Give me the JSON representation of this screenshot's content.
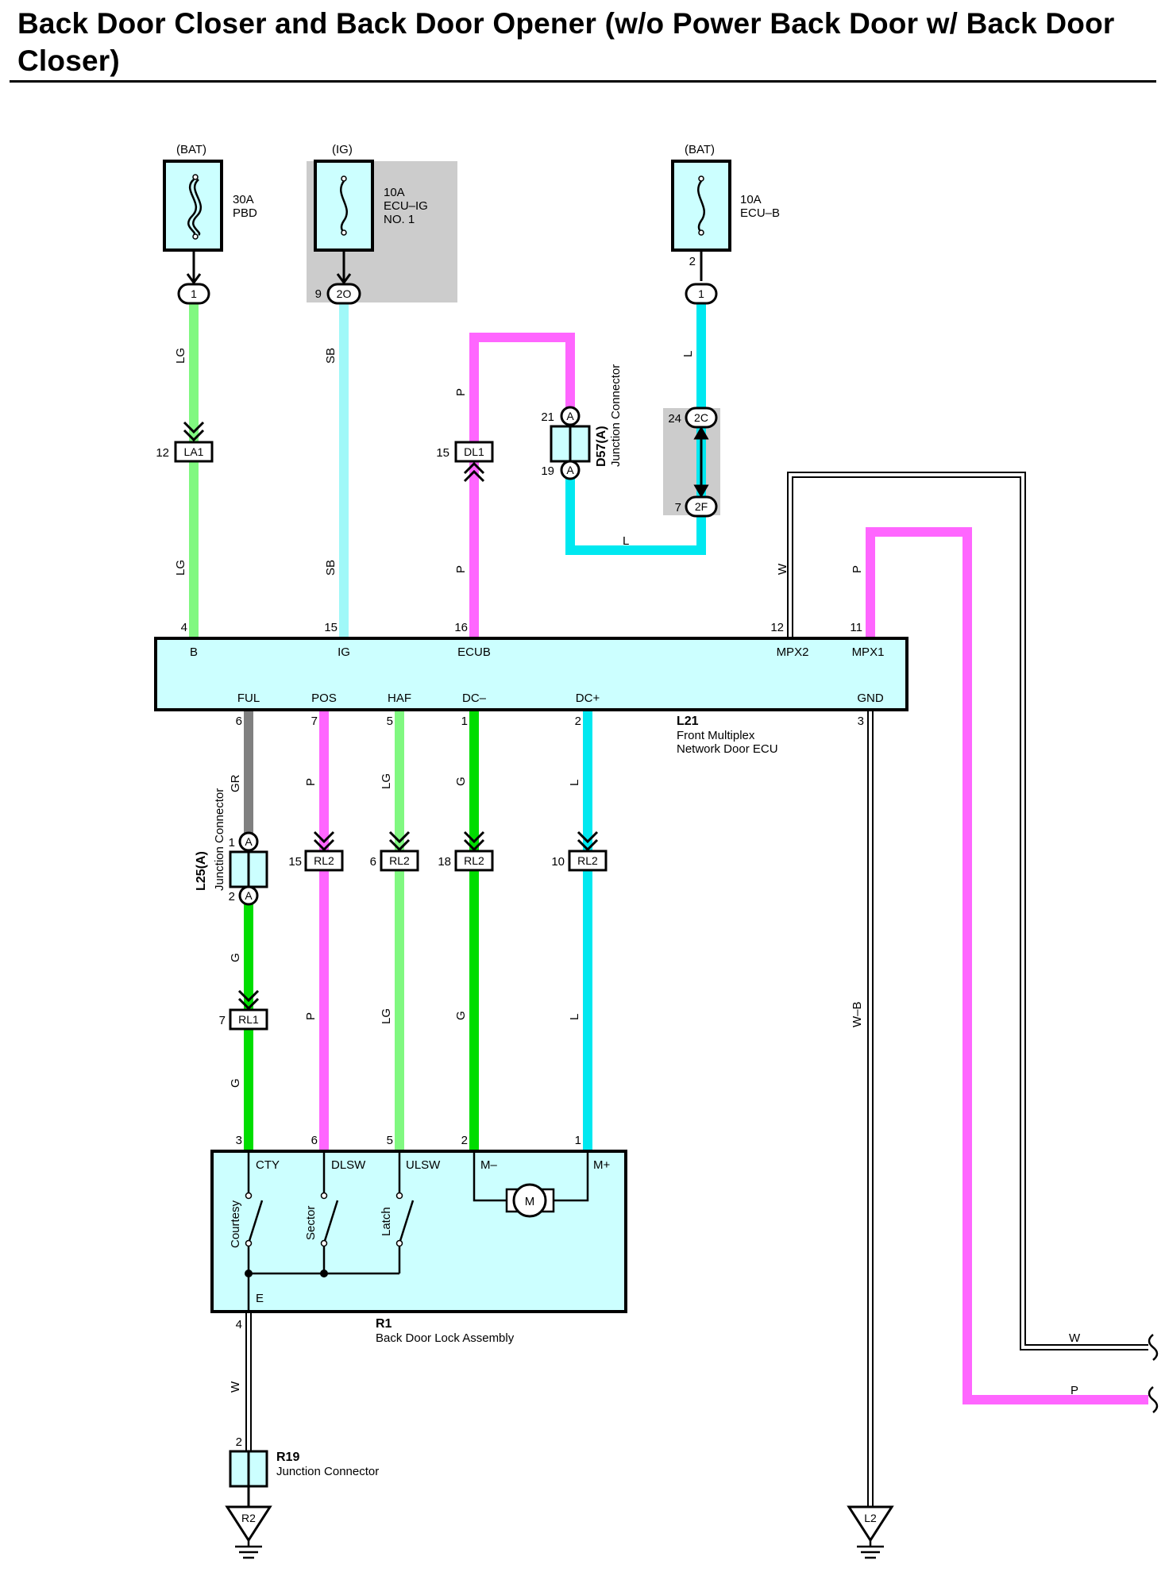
{
  "title": "Back Door Closer and Back Door Opener (w/o Power Back Door w/ Back Door Closer)",
  "colors": {
    "LG": "#80f880",
    "SB": "#a0f8f8",
    "P": "#ff66ff",
    "L": "#00e8f0",
    "G": "#00dd00",
    "GR": "#808080",
    "W": "#ffffff",
    "W-B": "#ffffff",
    "component_fill": "#ccffff",
    "shade": "#cccccc"
  },
  "fuses": [
    {
      "source": "(BAT)",
      "rating": "30A",
      "name": "PBD",
      "pin": "",
      "connector": "1"
    },
    {
      "source": "(IG)",
      "rating": "10A",
      "name": "ECU–IG",
      "name2": "NO. 1",
      "pin": "9",
      "connector": "2O"
    },
    {
      "source": "(BAT)",
      "rating": "10A",
      "name": "ECU–B",
      "pin": "2",
      "connector": "1"
    }
  ],
  "ecu": {
    "id": "L21",
    "name1": "Front Multiplex",
    "name2": "Network Door ECU",
    "top_terminals": [
      {
        "pin": "4",
        "name": "B"
      },
      {
        "pin": "15",
        "name": "IG"
      },
      {
        "pin": "16",
        "name": "ECUB"
      },
      {
        "pin": "12",
        "name": "MPX2"
      },
      {
        "pin": "11",
        "name": "MPX1"
      }
    ],
    "bottom_terminals": [
      {
        "pin": "6",
        "name": "FUL"
      },
      {
        "pin": "7",
        "name": "POS"
      },
      {
        "pin": "5",
        "name": "HAF"
      },
      {
        "pin": "1",
        "name": "DC–"
      },
      {
        "pin": "2",
        "name": "DC+"
      },
      {
        "pin": "3",
        "name": "GND"
      }
    ]
  },
  "connectors": {
    "la1": {
      "pin": "12",
      "code": "LA1"
    },
    "dl1": {
      "pin": "15",
      "code": "DL1"
    },
    "d57": {
      "id": "D57(A)",
      "name": "Junction Connector",
      "pin_top": "21",
      "pin_bottom": "19",
      "letter": "A"
    },
    "j2c": {
      "pin": "24",
      "code": "2C"
    },
    "j2f": {
      "pin": "7",
      "code": "2F"
    },
    "l25": {
      "id": "L25(A)",
      "name": "Junction Connector",
      "pin_top": "1",
      "pin_bottom": "2",
      "letter": "A"
    },
    "rl2": [
      {
        "pin": "15",
        "code": "RL2"
      },
      {
        "pin": "6",
        "code": "RL2"
      },
      {
        "pin": "18",
        "code": "RL2"
      },
      {
        "pin": "10",
        "code": "RL2"
      }
    ],
    "rl1": {
      "pin": "7",
      "code": "RL1"
    },
    "r19": {
      "id": "R19",
      "name": "Junction Connector",
      "pin": "2"
    }
  },
  "wires": {
    "lg": "LG",
    "sb": "SB",
    "p": "P",
    "l": "L",
    "w": "W",
    "gr": "GR",
    "g": "G",
    "wb": "W–B"
  },
  "lock": {
    "id": "R1",
    "name": "Back Door Lock Assembly",
    "terminals": [
      {
        "pin": "3",
        "name": "CTY"
      },
      {
        "pin": "6",
        "name": "DLSW"
      },
      {
        "pin": "5",
        "name": "ULSW"
      },
      {
        "pin": "2",
        "name": "M–"
      },
      {
        "pin": "1",
        "name": "M+"
      },
      {
        "pin": "4",
        "name": "E"
      }
    ],
    "switches": [
      "Courtesy",
      "Sector",
      "Latch"
    ],
    "motor": "M"
  },
  "grounds": [
    "R2",
    "L2"
  ]
}
